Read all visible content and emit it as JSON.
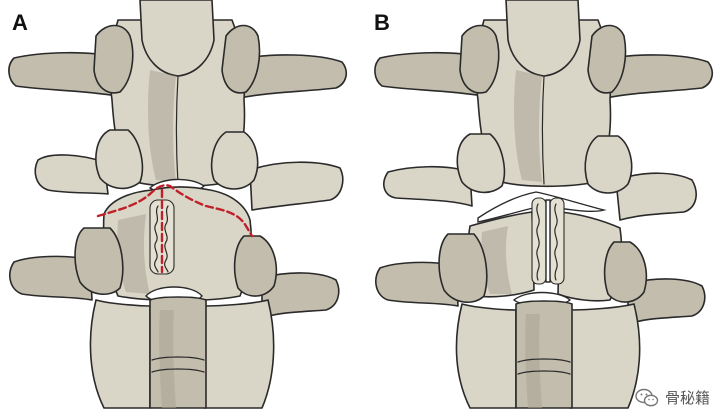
{
  "panels": [
    {
      "label": "A"
    },
    {
      "label": "B"
    }
  ],
  "watermark": {
    "text": "骨秘籍",
    "icon": "wechat-icon"
  },
  "colors": {
    "bone": "#d9d5c7",
    "bone_shadow": "#a9a493",
    "outline": "#2a2a2a",
    "osteotomy_line": "#c0202a"
  }
}
